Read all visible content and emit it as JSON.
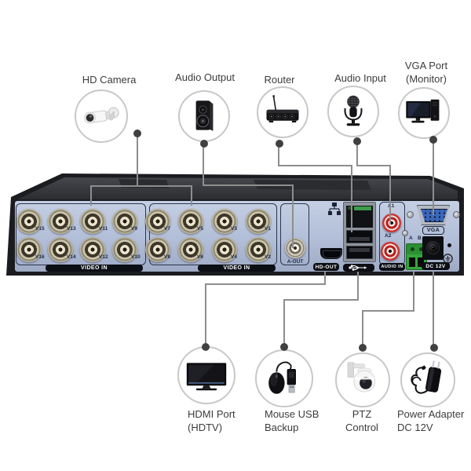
{
  "top_devices": [
    {
      "label": "HD Camera",
      "icon": "bullet-camera"
    },
    {
      "label": "Audio Output",
      "icon": "speaker"
    },
    {
      "label": "Router",
      "icon": "router"
    },
    {
      "label": "Audio Input",
      "icon": "microphone"
    },
    {
      "label": "VGA Port",
      "label2": "(Monitor)",
      "icon": "monitor-with-pc"
    }
  ],
  "bottom_devices": [
    {
      "label": "HDMI Port",
      "label2": "(HDTV)",
      "icon": "hdtv"
    },
    {
      "label": "Mouse USB",
      "label2": "Backup",
      "icon": "mouse-and-usb-drive"
    },
    {
      "label": "PTZ",
      "label2": "Control",
      "icon": "ptz-dome-camera"
    },
    {
      "label": "Power Adapter",
      "label2": "DC 12V",
      "icon": "power-adapter"
    }
  ],
  "dvr": {
    "video_in_group1": {
      "label": "VIDEO IN",
      "top_row": [
        "V15",
        "V13",
        "V11",
        "V9"
      ],
      "bottom_row": [
        "V16",
        "V14",
        "V12",
        "V10"
      ]
    },
    "video_in_group2": {
      "label": "VIDEO IN",
      "top_row": [
        "V7",
        "V5",
        "V3",
        "V1"
      ],
      "bottom_row": [
        "V8",
        "V6",
        "V4",
        "V2"
      ]
    },
    "audio_out_label": "A-OUT",
    "hdmi_label": "HD-OUT",
    "audio_in_label": "AUDIO IN",
    "audio_in_channels": [
      "A1",
      "A2"
    ],
    "vga_label": "VGA",
    "rs485_labels": [
      "A",
      "B"
    ],
    "power_label": "DC 12V"
  },
  "colors": {
    "panel": "#b4c0d8",
    "case": "#1b1c20",
    "line": "#8d8d8d",
    "rca_red": "#c8242a",
    "vga_blue": "#3c67ba",
    "terminal_green": "#37a63c"
  }
}
